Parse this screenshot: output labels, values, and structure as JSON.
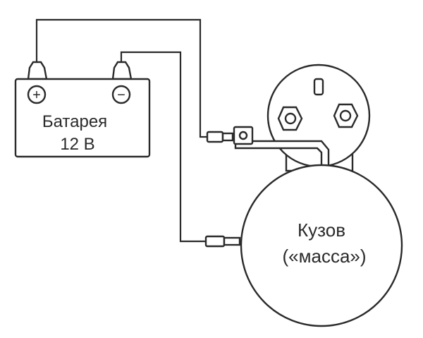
{
  "battery": {
    "name": "Батарея",
    "voltage": "12 В",
    "plus_symbol": "+",
    "minus_symbol": "−"
  },
  "starter_body": {
    "line1": "Кузов",
    "line2": "(«масса»)"
  },
  "colors": {
    "line": "#2a2a2a",
    "background": "#ffffff"
  }
}
